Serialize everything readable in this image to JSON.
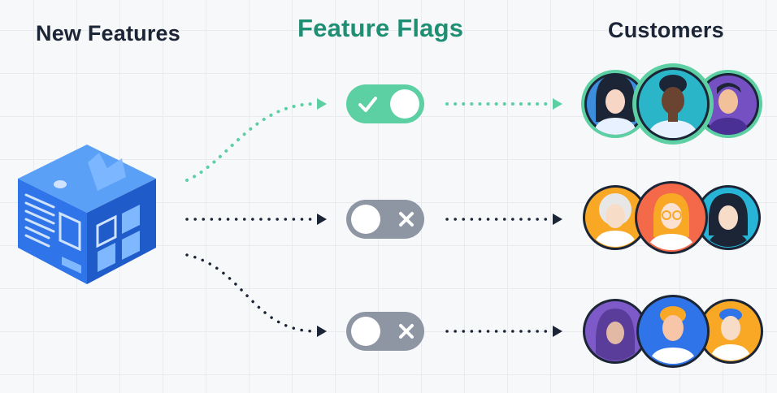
{
  "headings": {
    "new_features": "New Features",
    "feature_flags": "Feature Flags",
    "customers": "Customers"
  },
  "colors": {
    "enabled": "#5ccfa3",
    "disabled": "#8f96a3",
    "dark": "#1b2536",
    "cube": "#2f74e8",
    "heading_accent": "#1f8f73"
  },
  "flags": [
    {
      "state": "on",
      "icon": "check-icon"
    },
    {
      "state": "off",
      "icon": "x-icon"
    },
    {
      "state": "off",
      "icon": "x-icon"
    }
  ],
  "customer_groups": [
    {
      "highlighted": true,
      "avatar_colors": [
        "#3d8ddf",
        "#2ab5c9",
        "#7450c2"
      ]
    },
    {
      "highlighted": false,
      "avatar_colors": [
        "#f9a826",
        "#f4694a",
        "#27b4d6"
      ]
    },
    {
      "highlighted": false,
      "avatar_colors": [
        "#7d5ac8",
        "#2f74e8",
        "#f9a826"
      ]
    }
  ]
}
